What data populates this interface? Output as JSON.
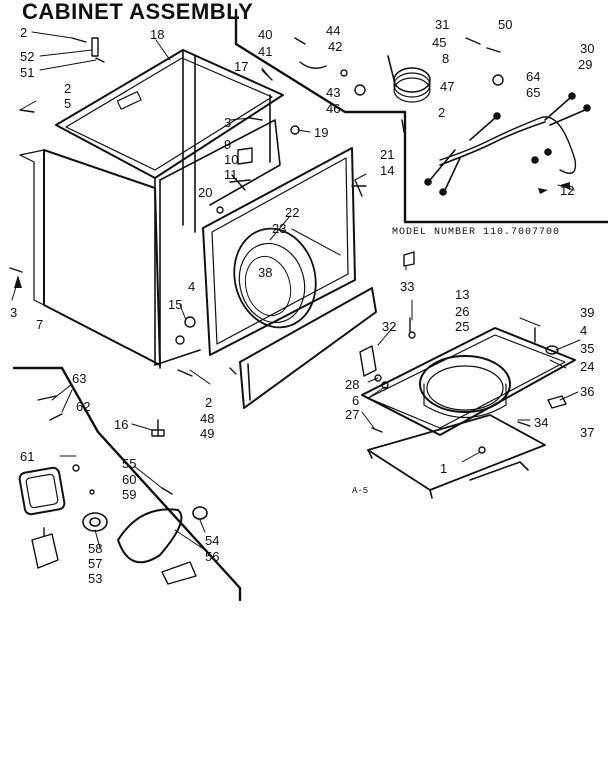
{
  "title": "CABINET ASSEMBLY",
  "model_number": "MODEL NUMBER 110.7007700",
  "figure_code": "A-5",
  "callouts": [
    "2",
    "52",
    "51",
    "18",
    "40",
    "41",
    "44",
    "42",
    "43",
    "46",
    "31",
    "45",
    "8",
    "50",
    "30",
    "29",
    "47",
    "64",
    "65",
    "17",
    "2",
    "5",
    "3",
    "19",
    "9",
    "10",
    "11",
    "20",
    "21",
    "14",
    "22",
    "23",
    "38",
    "2",
    "12",
    "33",
    "4",
    "15",
    "13",
    "26",
    "25",
    "39",
    "4",
    "35",
    "24",
    "36",
    "37",
    "32",
    "28",
    "6",
    "27",
    "34",
    "1",
    "3",
    "7",
    "63",
    "62",
    "16",
    "48",
    "49",
    "2",
    "61",
    "55",
    "60",
    "59",
    "58",
    "57",
    "53",
    "54",
    "56"
  ]
}
